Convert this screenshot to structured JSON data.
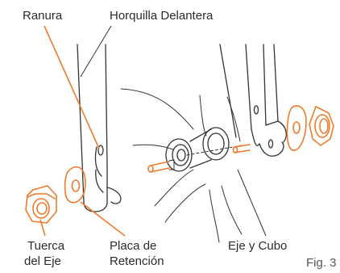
{
  "labels": {
    "slot": "Ranura",
    "fork": "Horquilla Delantera",
    "nut_line1": "Tuerca",
    "nut_line2": "del Eje",
    "plate_line1": "Placa de",
    "plate_line2": "Retención",
    "axle": "Eje y Cubo",
    "fig": "Fig. 3"
  },
  "colors": {
    "accent": "#f07a2a",
    "line": "#333333",
    "text": "#2b2b2b"
  }
}
